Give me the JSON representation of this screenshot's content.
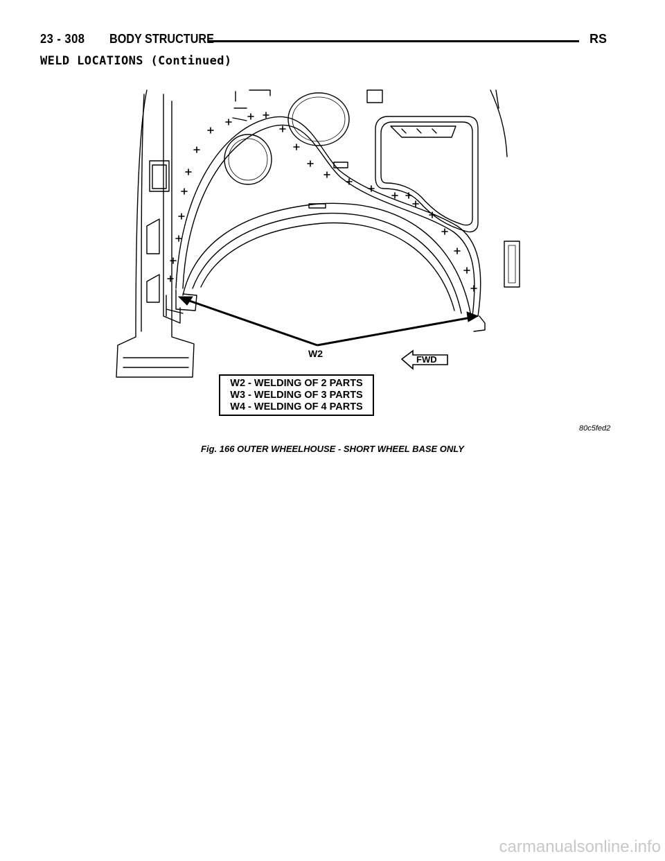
{
  "header": {
    "page_number": "23 - 308",
    "section_title": "BODY STRUCTURE",
    "model_code": "RS"
  },
  "subheading": "WELD LOCATIONS (Continued)",
  "figure": {
    "callout_label": "W2",
    "direction_label": "FWD",
    "legend": [
      "W2 - WELDING OF 2 PARTS",
      "W3 - WELDING OF 3 PARTS",
      "W4 - WELDING OF 4 PARTS"
    ],
    "figure_id": "80c5fed2",
    "caption": "Fig. 166 OUTER WHEELHOUSE - SHORT WHEEL BASE ONLY"
  },
  "watermark": "carmanualsonline.info"
}
